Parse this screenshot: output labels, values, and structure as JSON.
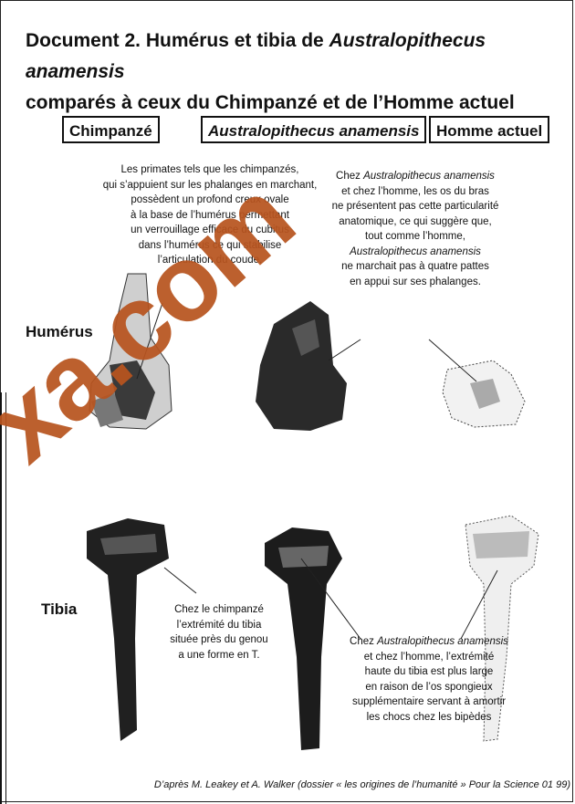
{
  "title": {
    "part1": "Document 2. Humérus et tibia de ",
    "species": "Australopithecus anamensis",
    "part2": "comparés à ceux du Chimpanzé et de l’Homme actuel"
  },
  "columns": {
    "chimp": "Chimpanzé",
    "australo": "Australopithecus anamensis",
    "human": "Homme actuel"
  },
  "rows": {
    "humerus": "Humérus",
    "tibia": "Tibia"
  },
  "annotations": {
    "humerus_chimp": [
      "Les primates tels que les chimpanzés,",
      "qui s’appuient sur les phalanges en marchant,",
      "possèdent un profond creux ovale",
      "à la base de l’humérus permettant",
      "un verrouillage efficace du cubitus",
      "dans l’humérus ce qui stabilise",
      "l’articulation du coude."
    ],
    "humerus_compare": {
      "l1a": "Chez ",
      "l1b": "Australopithecus anamensis",
      "l2": "et chez l’homme, les os du bras",
      "l3": "ne présentent pas cette particularité",
      "l4": "anatomique, ce qui suggère que,",
      "l5": "tout comme l’homme,",
      "l6": "Australopithecus anamensis",
      "l7": "ne marchait pas à quatre pattes",
      "l8": "en appui sur ses phalanges."
    },
    "tibia_chimp": [
      "Chez le chimpanzé",
      "l’extrémité du tibia",
      "située près du genou",
      "a une forme en T."
    ],
    "tibia_compare": {
      "l1a": "Chez ",
      "l1b": "Australopithecus anamensis",
      "l2": "et chez l’homme,  l’extrémité",
      "l3": "haute du tibia est plus large",
      "l4": "en raison de l’os spongieux",
      "l5": "supplémentaire servant à amortir",
      "l6": "les chocs chez les bipèdes"
    }
  },
  "credit": "D’après M. Leakey et A. Walker (dossier « les origines de l’humanité » Pour la Science 01 99)",
  "watermark": "xa.com",
  "colors": {
    "watermark": "#b8541f",
    "ink": "#111111"
  }
}
